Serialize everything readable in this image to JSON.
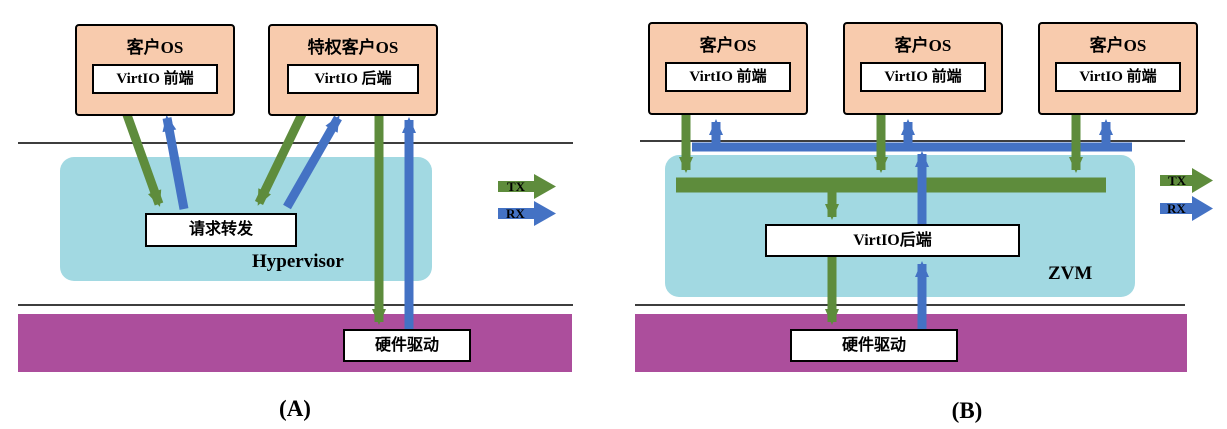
{
  "colors": {
    "guest_fill": "#F8CBAD",
    "hyp_fill": "#A2D9E2",
    "hw_fill": "#AC4E9C",
    "tx_green": "#5E8C3C",
    "rx_blue": "#4472C4"
  },
  "panel_a": {
    "caption": "(A)",
    "guest1": {
      "title": "客户OS",
      "component": "VirtIO 前端"
    },
    "guest2": {
      "title": "特权客户OS",
      "component": "VirtIO 后端"
    },
    "hypervisor_label": "Hypervisor",
    "forwarder": "请求转发",
    "hardware_driver": "硬件驱动",
    "legend": {
      "tx": "TX",
      "rx": "RX"
    }
  },
  "panel_b": {
    "caption": "(B)",
    "guests": [
      {
        "title": "客户OS",
        "component": "VirtIO 前端"
      },
      {
        "title": "客户OS",
        "component": "VirtIO 前端"
      },
      {
        "title": "客户OS",
        "component": "VirtIO 前端"
      }
    ],
    "zvm_label": "ZVM",
    "backend": "VirtIO后端",
    "hardware_driver": "硬件驱动",
    "legend": {
      "tx": "TX",
      "rx": "RX"
    }
  }
}
